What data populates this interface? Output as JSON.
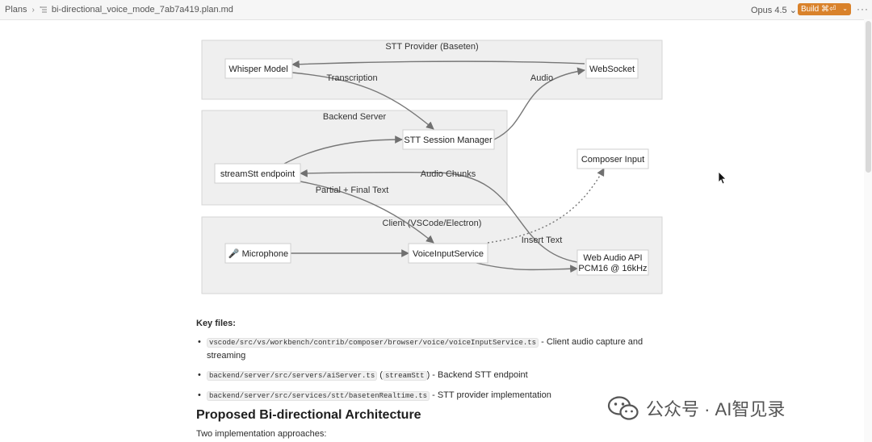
{
  "topbar": {
    "breadcrumb_root": "Plans",
    "breadcrumb_sep": "›",
    "file_name": "bi-directional_voice_mode_7ab7a419.plan.md",
    "model_label": "Opus 4.5",
    "model_chevron": "⌄",
    "build_label": "Build ⌘⏎",
    "build_chevron": "⌄",
    "more": "···"
  },
  "diagram": {
    "groups": {
      "stt_provider": "STT Provider (Baseten)",
      "backend": "Backend Server",
      "client": "Client (VSCode/Electron)"
    },
    "nodes": {
      "whisper": "Whisper Model",
      "websocket": "WebSocket",
      "stt_session": "STT Session Manager",
      "stream_stt": "streamStt endpoint",
      "composer_input": "Composer Input",
      "microphone": "🎤 Microphone",
      "voice_input": "VoiceInputService",
      "web_audio_1": "Web Audio API",
      "web_audio_2": "PCM16 @ 16kHz"
    },
    "edges": {
      "transcription": "Transcription",
      "audio": "Audio",
      "audio_chunks": "Audio Chunks",
      "partial_final": "Partial + Final Text",
      "insert_text": "Insert Text"
    }
  },
  "content": {
    "key_files_title": "Key files:",
    "files": [
      {
        "path": "vscode/src/vs/workbench/contrib/composer/browser/voice/voiceInputService.ts",
        "suffix": " - Client audio capture and streaming"
      },
      {
        "path": "backend/server/src/servers/aiServer.ts",
        "mid": " (",
        "extra": "streamStt",
        "suffix": ") - Backend STT endpoint"
      },
      {
        "path": "backend/server/src/services/stt/basetenRealtime.ts",
        "suffix": " - STT provider implementation"
      }
    ],
    "heading": "Proposed Bi-directional Architecture",
    "subtext": "Two implementation approaches:"
  },
  "watermark": {
    "text": "公众号 · AI智见录"
  }
}
